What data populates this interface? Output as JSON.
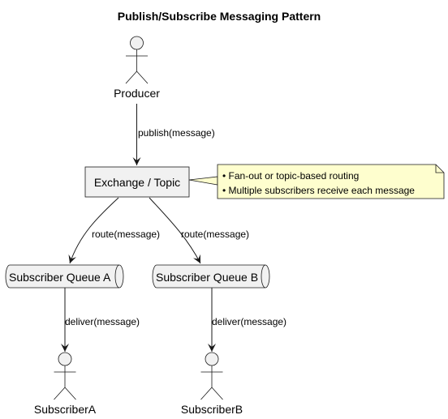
{
  "title": "Publish/Subscribe Messaging Pattern",
  "colors": {
    "node_fill": "#f1f1f1",
    "stroke": "#181818",
    "note_fill": "#fefece"
  },
  "actors": {
    "producer": "Producer",
    "subscriber_a": "SubscriberA",
    "subscriber_b": "SubscriberB"
  },
  "exchange": {
    "label": "Exchange / Topic"
  },
  "queues": {
    "a": "Subscriber Queue A",
    "b": "Subscriber Queue B"
  },
  "note": {
    "lines": [
      "• Fan-out or topic-based routing",
      "• Multiple subscribers receive each message"
    ]
  },
  "edges": {
    "publish": "publish(message)",
    "route_a": "route(message)",
    "route_b": "route(message)",
    "deliver_a": "deliver(message)",
    "deliver_b": "deliver(message)"
  }
}
